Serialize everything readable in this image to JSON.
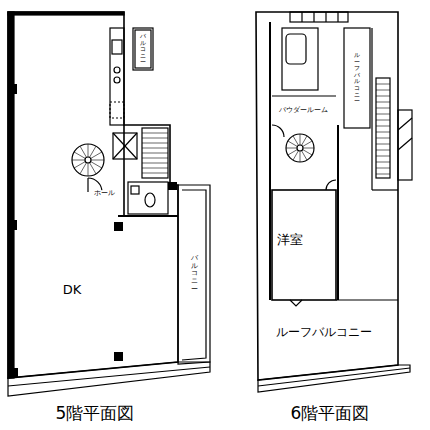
{
  "diagram": {
    "labels": [
      "DK",
      "ホール",
      "バルコニー",
      "バルコニー",
      "洋室",
      "パウダールーム",
      "ルーフバルコニー",
      "ルーフバルコニー",
      "5階平面図",
      "6階平面図"
    ]
  }
}
